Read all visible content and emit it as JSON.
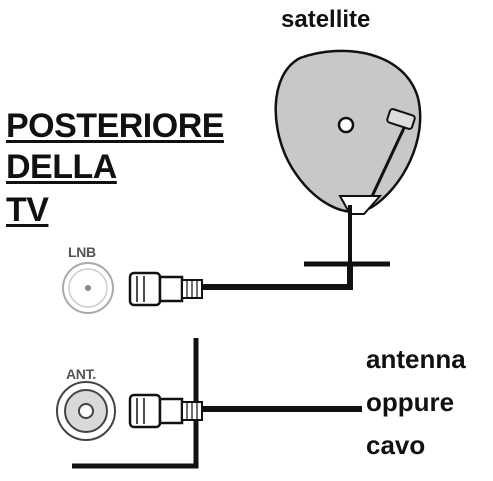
{
  "title": {
    "line1": "POSTERIORE",
    "line2": "DELLA",
    "line3": "TV"
  },
  "labels": {
    "satellite": "satellite",
    "lnb_port": "LNB",
    "ant_port": "ANT.",
    "antenna_line1": "antenna",
    "antenna_line2": "oppure",
    "antenna_line3": "cavo"
  },
  "colors": {
    "ink": "#111111",
    "dish_fill": "#c8c8c8",
    "port_label": "#555555",
    "port_ring": "#aaaaaa",
    "connector_fill": "#ffffff"
  },
  "icons": {
    "dish": "satellite-dish-icon",
    "lnb_socket": "lnb-socket-icon",
    "ant_socket": "ant-socket-icon",
    "connector": "coax-connector-icon"
  }
}
